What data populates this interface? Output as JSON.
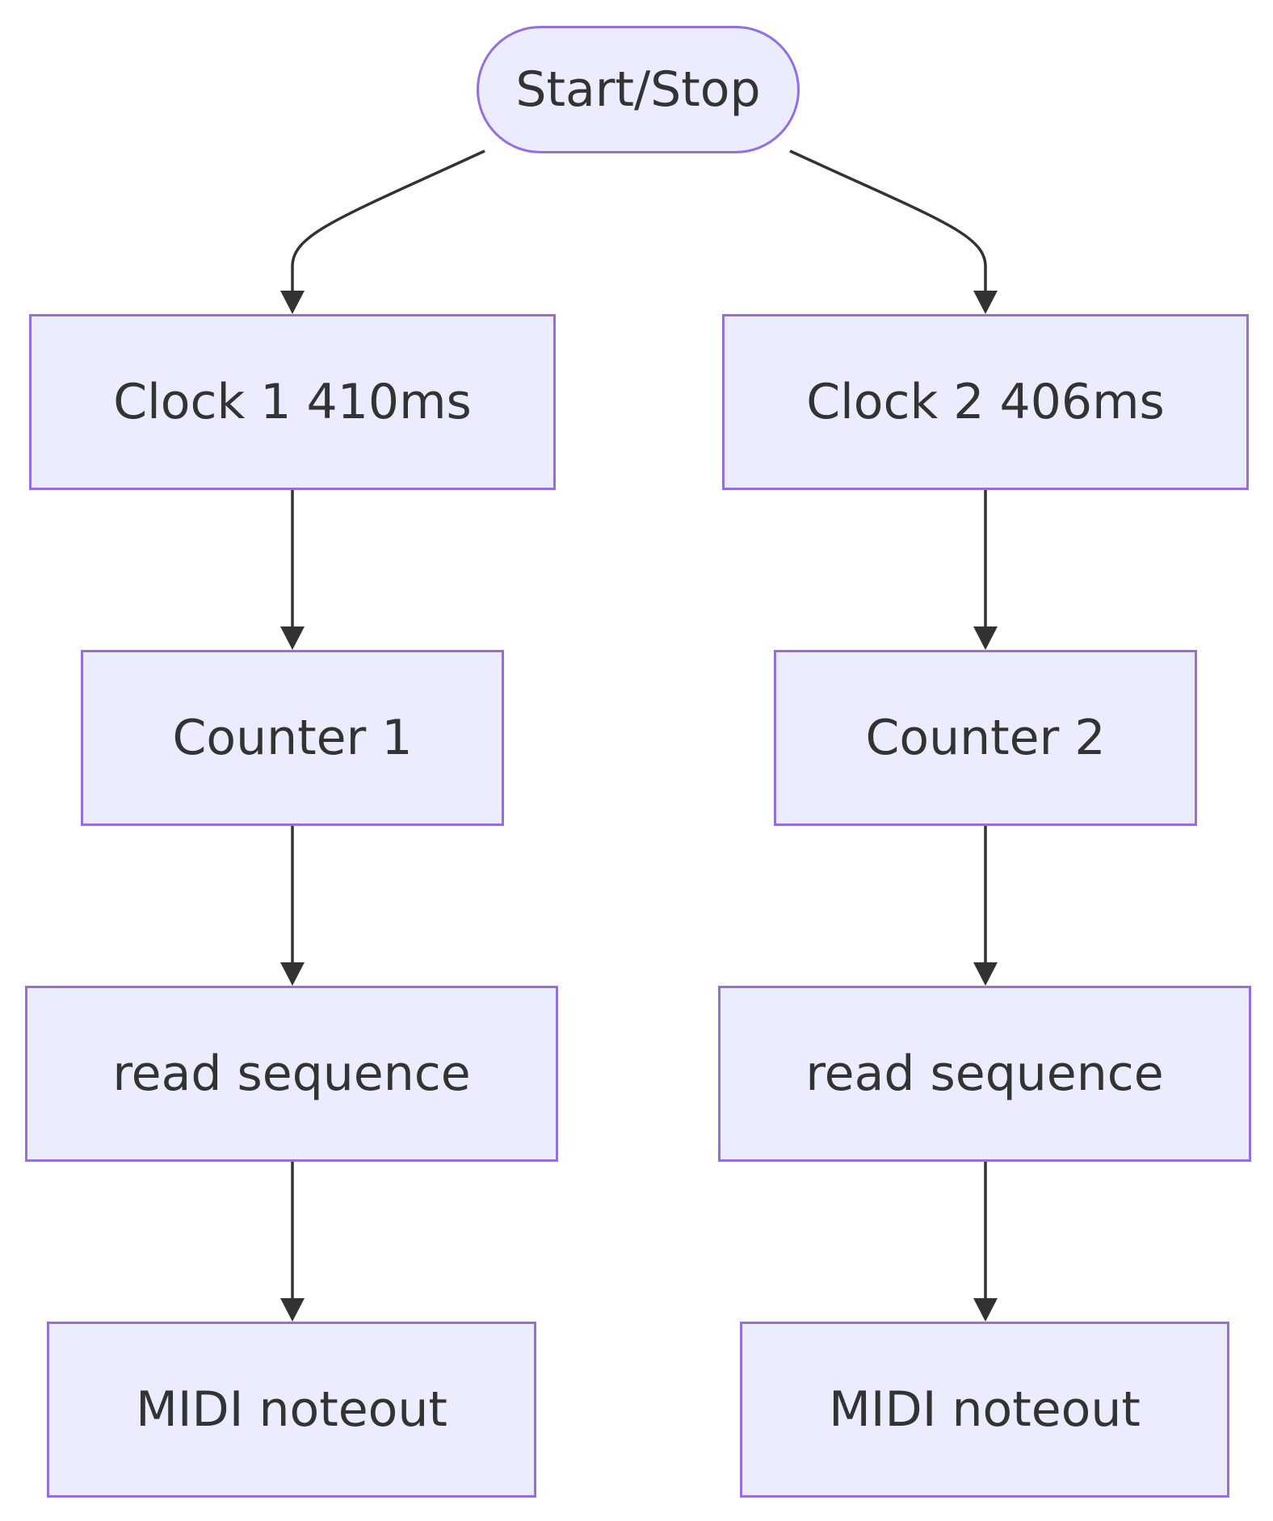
{
  "diagram": {
    "nodes": {
      "start": {
        "label": "Start/Stop",
        "shape": "stadium"
      },
      "clock1": {
        "label": "Clock 1 410ms",
        "shape": "rect"
      },
      "clock2": {
        "label": "Clock 2 406ms",
        "shape": "rect"
      },
      "counter1": {
        "label": "Counter 1",
        "shape": "rect"
      },
      "counter2": {
        "label": "Counter 2",
        "shape": "rect"
      },
      "read1": {
        "label": "read sequence",
        "shape": "rect"
      },
      "read2": {
        "label": "read sequence",
        "shape": "rect"
      },
      "midi1": {
        "label": "MIDI noteout",
        "shape": "rect"
      },
      "midi2": {
        "label": "MIDI noteout",
        "shape": "rect"
      }
    },
    "edges": [
      {
        "from": "start",
        "to": "clock1"
      },
      {
        "from": "start",
        "to": "clock2"
      },
      {
        "from": "clock1",
        "to": "counter1"
      },
      {
        "from": "clock2",
        "to": "counter2"
      },
      {
        "from": "counter1",
        "to": "read1"
      },
      {
        "from": "counter2",
        "to": "read2"
      },
      {
        "from": "read1",
        "to": "midi1"
      },
      {
        "from": "read2",
        "to": "midi2"
      }
    ],
    "colors": {
      "node_fill": "#ECECFF",
      "node_border": "#9370DB",
      "text": "#333333",
      "edge": "#333333"
    }
  }
}
